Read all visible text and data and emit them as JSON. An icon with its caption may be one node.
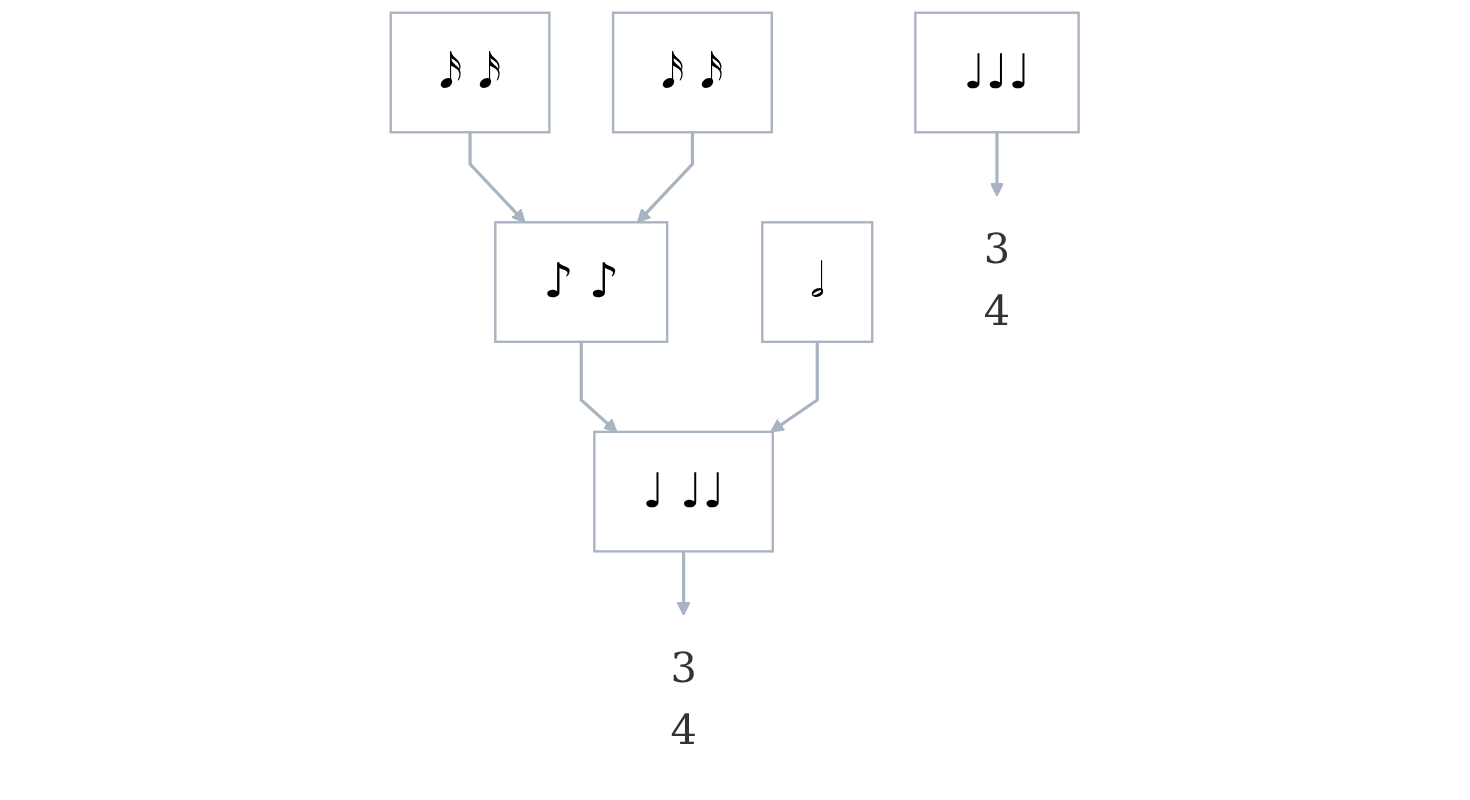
{
  "diagram": {
    "nodes": [
      {
        "text": [
          "𝅘𝅥𝅯 𝅘𝅥𝅯"
        ]
      },
      {
        "text": [
          "𝅘𝅥𝅯 𝅘𝅥𝅯"
        ]
      },
      {
        "text": [
          "𝅗𝅥"
        ]
      },
      {
        "text": [
          "♪ ♪"
        ]
      },
      {
        "text": [
          "♩ ♩♩"
        ]
      },
      {
        "text": [
          "3",
          "4"
        ]
      },
      {
        "text": [
          "♩♩♩"
        ]
      },
      {
        "text": [
          "3",
          "4"
        ]
      }
    ],
    "edges": [
      {
        "from": 0,
        "to": 3,
        "arrow": "to"
      },
      {
        "from": 1,
        "to": 3,
        "arrow": "to"
      },
      {
        "from": 3,
        "to": 4,
        "arrow": "to"
      },
      {
        "from": 2,
        "to": 4,
        "arrow": "to"
      },
      {
        "from": 4,
        "to": 5,
        "arrow": "to"
      },
      {
        "from": 6,
        "to": 7,
        "arrow": "to"
      }
    ]
  }
}
